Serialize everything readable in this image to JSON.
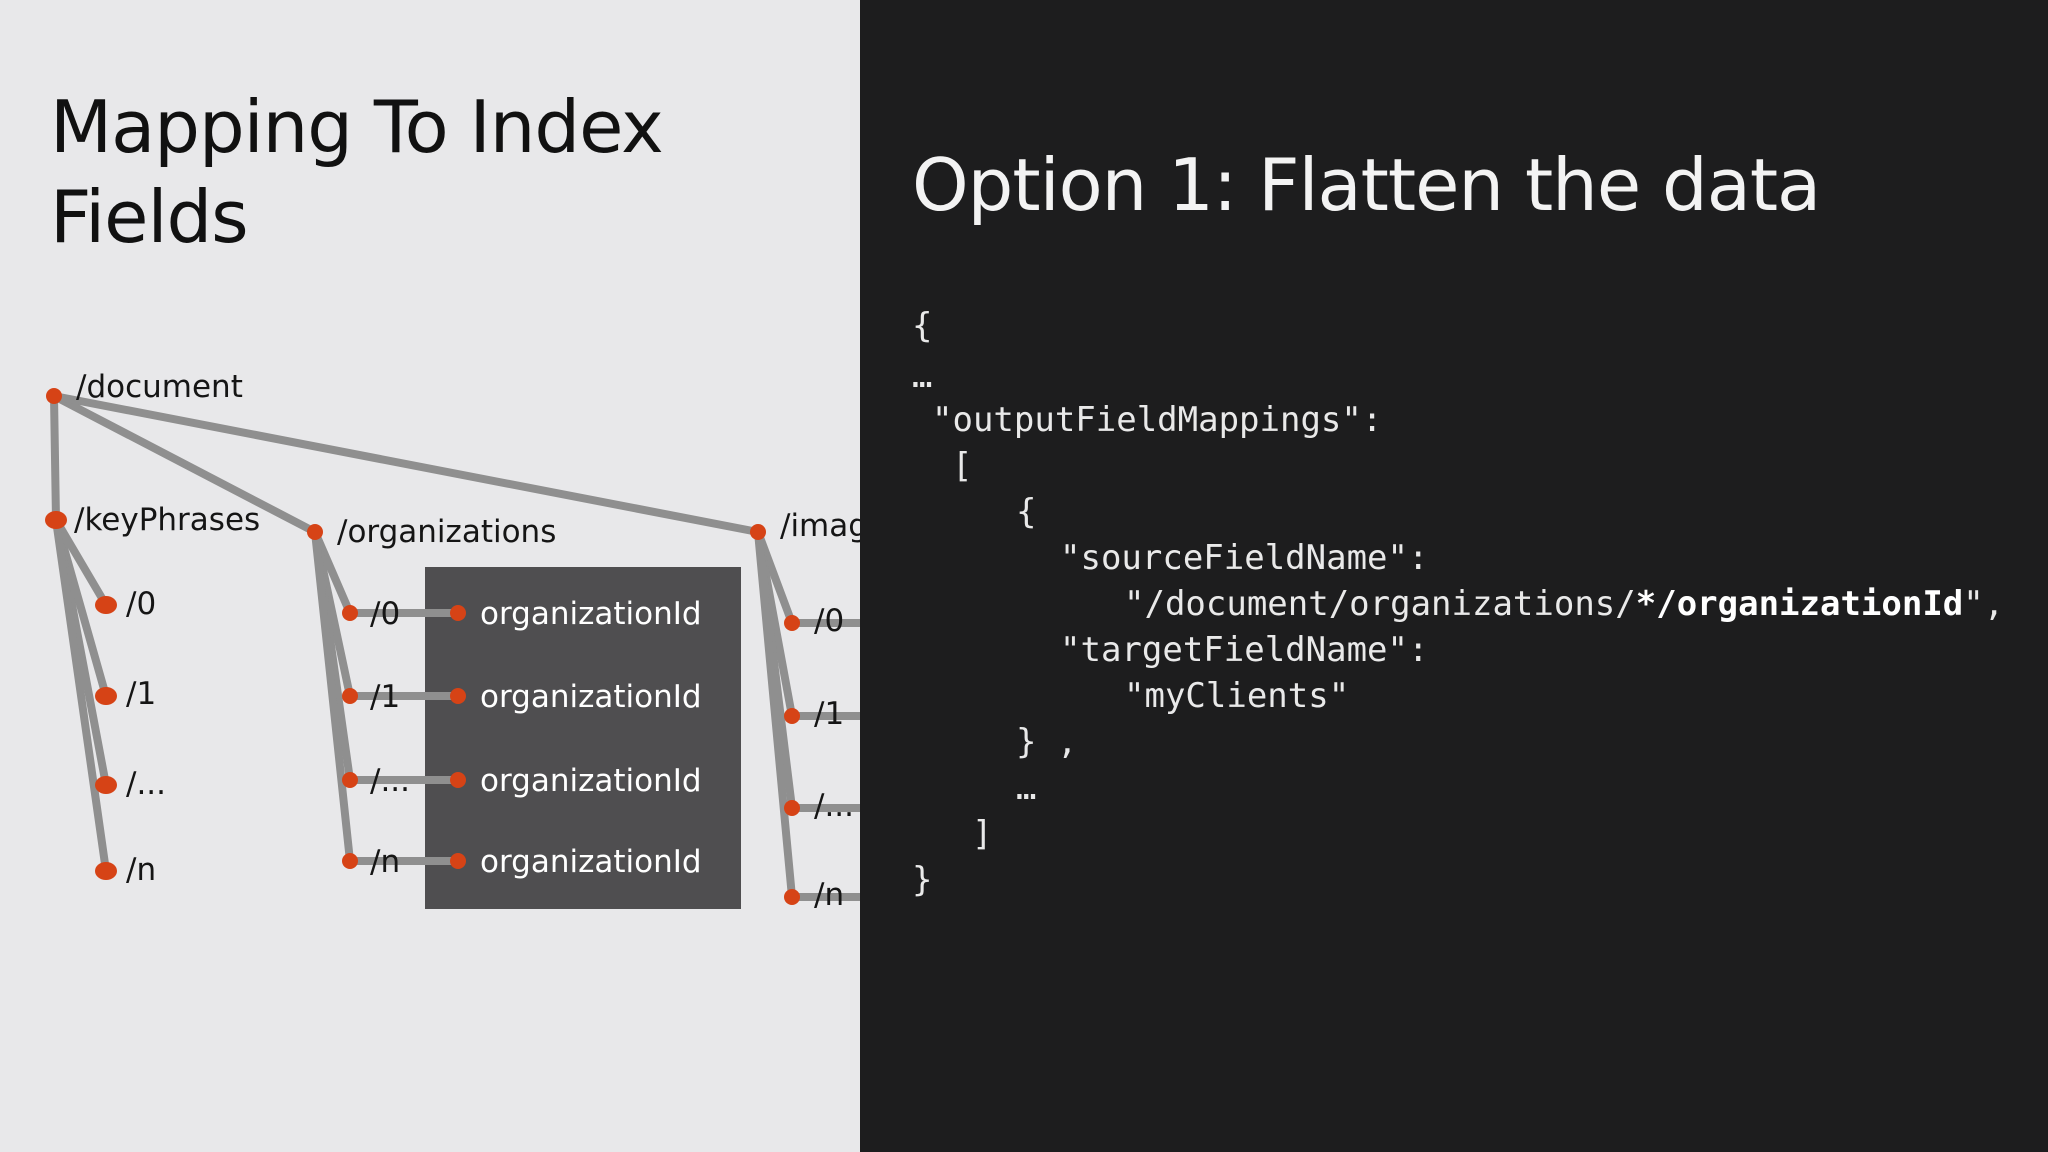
{
  "left": {
    "title_line1": "Mapping To Index",
    "title_line2": "Fields",
    "diagram": {
      "root_label": "/document",
      "keyphrases": {
        "label": "/keyPhrases",
        "children": [
          "/0",
          "/1",
          "/...",
          "/n"
        ]
      },
      "organizations": {
        "label": "/organizations",
        "children": [
          "/0",
          "/1",
          "/...",
          "/n"
        ]
      },
      "org_fields": [
        "organizationId",
        "organizationId",
        "organizationId",
        "organizationId"
      ],
      "images": {
        "label": "/imag",
        "children": [
          "/0",
          "/1",
          "/...",
          "/n"
        ]
      }
    },
    "colors": {
      "node": "#d64316",
      "edge": "#8f8f8f",
      "box": "#4f4e50"
    }
  },
  "right": {
    "title": "Option 1: Flatten the data",
    "code": {
      "open_brace": "{",
      "ellipsis1": "…",
      "output_key": "\"outputFieldMappings\":",
      "open_bracket": "[",
      "inner_open": "{",
      "source_key": "\"sourceFieldName\":",
      "source_prefix": "\"/document/organizations/",
      "source_highlight": "*/organizationId",
      "source_suffix": "\",",
      "target_key": "\"targetFieldName\":",
      "target_value": "\"myClients\"",
      "inner_close": "} ,",
      "ellipsis2": "…",
      "close_bracket": "]",
      "close_brace": "}"
    }
  }
}
